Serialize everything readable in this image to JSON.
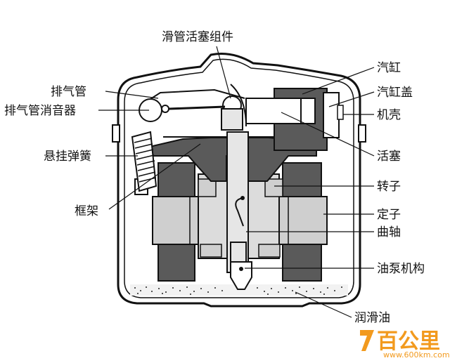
{
  "labels": {
    "piston_slide_assembly": "滑管活塞组件",
    "discharge_pipe": "排气管",
    "discharge_muffler": "排气管消音器",
    "suspension_spring": "悬挂弹簧",
    "frame": "框架",
    "cylinder": "汽缸",
    "cylinder_cover": "汽缸盖",
    "casing": "机壳",
    "piston": "活塞",
    "rotor": "转子",
    "stator": "定子",
    "crankshaft": "曲轴",
    "oil_pump": "油泵机构",
    "lubricating_oil": "润滑油"
  },
  "watermark": {
    "logo_text": "百公里",
    "url": "www.600km.com",
    "color": "#f29a1e"
  },
  "colors": {
    "dark_part": "#5a5a5a",
    "light_part": "#cfcfcf",
    "outline": "#111111"
  }
}
